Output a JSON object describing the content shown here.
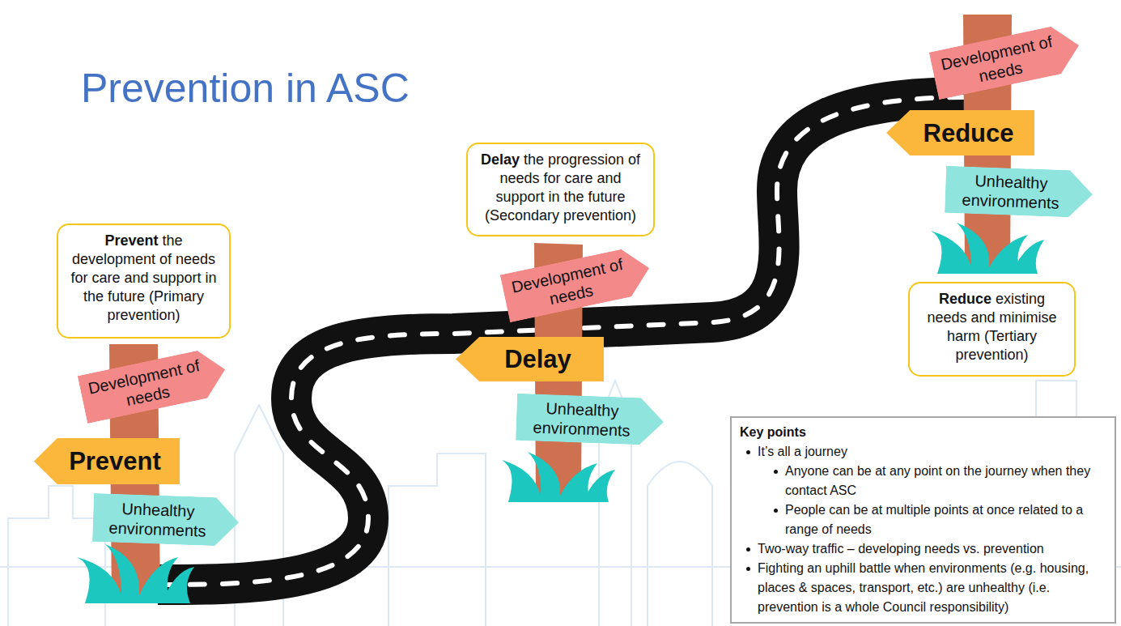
{
  "diagram": {
    "title": "Prevention in ASC",
    "nodes": [
      {
        "text": [
          "Prevent",
          "the development of needs for care and support in the future (Primary prevention)"
        ]
      },
      {
        "text": [
          "Development of needs"
        ]
      },
      {
        "text": [
          "Prevent"
        ]
      },
      {
        "text": [
          "Unhealthy environments"
        ]
      },
      {
        "text": [
          "Delay",
          "the progression of needs for care and support in the future (Secondary prevention)"
        ]
      },
      {
        "text": [
          "Development of needs"
        ]
      },
      {
        "text": [
          "Delay"
        ]
      },
      {
        "text": [
          "Unhealthy environments"
        ]
      },
      {
        "text": [
          "Development of needs"
        ]
      },
      {
        "text": [
          "Reduce"
        ]
      },
      {
        "text": [
          "Unhealthy environments"
        ]
      },
      {
        "text": [
          "Reduce",
          "existing needs and minimise harm (Tertiary prevention)"
        ]
      },
      {
        "text": [
          "Key points",
          "It’s all a journey",
          "Anyone can be at any point on the journey when they contact ASC",
          "People can be at multiple points at once related to a range of needs",
          "Two-way traffic – developing needs vs. prevention",
          "Fighting an uphill battle when environments (e.g. housing, places & spaces, transport, etc.) are unhealthy (i.e. prevention is a whole Council responsibility)"
        ]
      }
    ]
  }
}
